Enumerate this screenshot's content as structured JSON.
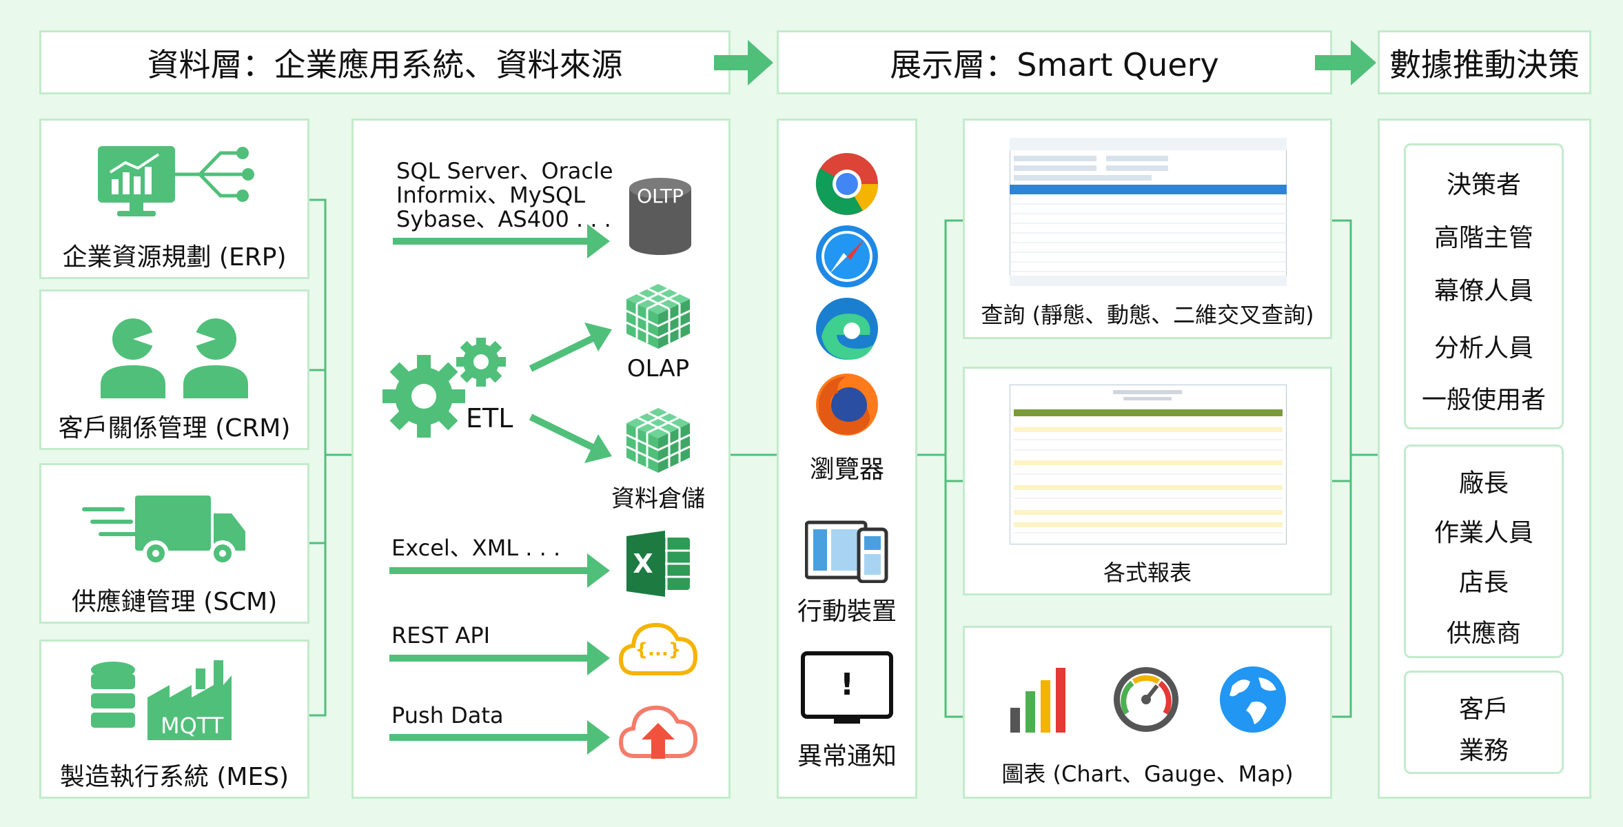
{
  "headers": {
    "data_layer": "資料層：企業應用系統、資料來源",
    "display_layer": "展示層：Smart Query",
    "decision": "數據推動決策"
  },
  "systems": [
    {
      "label": "企業資源規劃 (ERP)",
      "icon": "erp-monitor-chart-icon"
    },
    {
      "label": "客戶關係管理 (CRM)",
      "icon": "crm-people-icon"
    },
    {
      "label": "供應鏈管理 (SCM)",
      "icon": "scm-truck-icon"
    },
    {
      "label": "製造執行系統 (MES)",
      "icon": "mes-factory-icon"
    }
  ],
  "mqtt_label": "MQTT",
  "sources": {
    "databases": [
      "SQL Server、Oracle",
      "Informix、MySQL",
      "Sybase、AS400 . . ."
    ],
    "oltp": "OLTP",
    "etl": "ETL",
    "olap": "OLAP",
    "warehouse": "資料倉儲",
    "excel": "Excel、XML . . .",
    "excel_letter": "X",
    "rest": "REST API",
    "api_glyph": "{...}",
    "push": "Push Data"
  },
  "channels": {
    "browser": "瀏覽器",
    "mobile": "行動裝置",
    "alert": "異常通知",
    "alert_glyph": "!"
  },
  "outputs": {
    "query": "查詢 (靜態、動態、二維交叉查詢)",
    "report": "各式報表",
    "chart": "圖表 (Chart、Gauge、Map)"
  },
  "decision_groups": [
    [
      "決策者",
      "高階主管",
      "幕僚人員",
      "分析人員",
      "一般使用者"
    ],
    [
      "廠長",
      "作業人員",
      "店長",
      "供應商"
    ],
    [
      "客戶",
      "業務"
    ]
  ],
  "colors": {
    "green": "#50bf7a",
    "border": "#c3ebcb",
    "background": "#e9f9ec"
  }
}
